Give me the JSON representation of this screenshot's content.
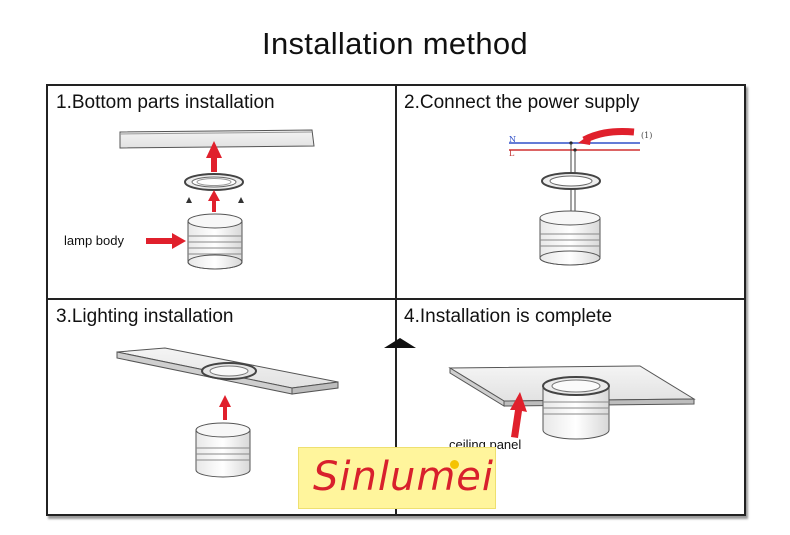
{
  "title": "Installation method",
  "panels": [
    {
      "step": "1.Bottom parts installation"
    },
    {
      "step": "2.Connect the power supply"
    },
    {
      "step": "3.Lighting installation"
    },
    {
      "step": "4.Installation is complete"
    }
  ],
  "labels": {
    "lamp_body": "lamp body",
    "ceiling_panel": "ceiling panel",
    "power_ref": "(1)",
    "wire_n": "N",
    "wire_l": "L"
  },
  "logo": {
    "text": "Sinlumei"
  },
  "colors": {
    "arrow": "#e0202c",
    "wire_blue": "#3050c8",
    "wire_red": "#d03030",
    "logo_bg": "#fff59c",
    "logo_text": "#d8202c"
  }
}
